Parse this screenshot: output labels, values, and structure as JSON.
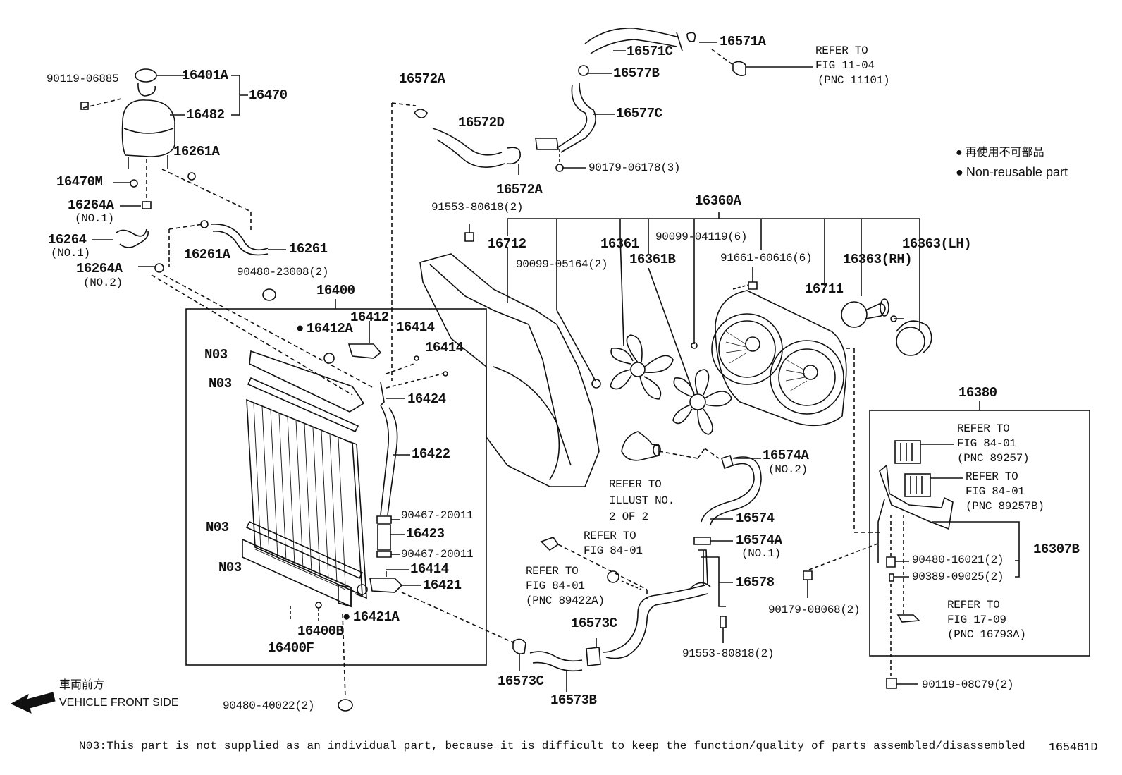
{
  "legend": {
    "jp": "再使用不可部品",
    "en": "Non-reusable part"
  },
  "front": {
    "jp": "車両前方",
    "en": "VEHICLE FRONT SIDE"
  },
  "footnote": "N03:This part is not supplied as an individual part, because it is difficult to keep the function/quality of parts assembled/disassembled",
  "figure_id": "165461D",
  "parts": {
    "p16401A": "16401A",
    "p16470": "16470",
    "p16482": "16482",
    "p90119_06885": "90119-06885",
    "p16261A_1": "16261A",
    "p16470M": "16470M",
    "p16264A_1": "16264A",
    "no1_a": "(NO.1)",
    "p16264": "16264",
    "no1_b": "(NO.1)",
    "p16264A_2": "16264A",
    "no2_a": "(NO.2)",
    "p16261A_2": "16261A",
    "p16261": "16261",
    "p90480_23008": "90480-23008(2)",
    "p16400": "16400",
    "p16572A_1": "16572A",
    "p16572D": "16572D",
    "p16572A_2": "16572A",
    "p16571C": "16571C",
    "p16571A": "16571A",
    "p16577B": "16577B",
    "p16577C": "16577C",
    "p90179_06178": "90179-06178(3)",
    "p91553_80618": "91553-80618(2)",
    "p16360A": "16360A",
    "p16712": "16712",
    "p16361": "16361",
    "p90099_04119": "90099-04119(6)",
    "p16363LH": "16363(LH)",
    "p90099_05164": "90099-05164(2)",
    "p16361B": "16361B",
    "p91661_60616": "91661-60616(6)",
    "p16363RH": "16363(RH)",
    "p16711": "16711",
    "p16412A": "16412A",
    "p16412": "16412",
    "p16414_1": "16414",
    "p16414_2": "16414",
    "n03_1": "N03",
    "n03_2": "N03",
    "n03_3": "N03",
    "n03_4": "N03",
    "p16424": "16424",
    "p16422": "16422",
    "p90467_20011_1": "90467-20011",
    "p16423": "16423",
    "p90467_20011_2": "90467-20011",
    "p16414_3": "16414",
    "p16421": "16421",
    "p16421A": "16421A",
    "p16400B": "16400B",
    "p16400F": "16400F",
    "p90480_40022": "90480-40022(2)",
    "p16574A_1": "16574A",
    "no2_b": "(NO.2)",
    "p16574": "16574",
    "p16574A_2": "16574A",
    "no1_c": "(NO.1)",
    "p16578": "16578",
    "p16573C_1": "16573C",
    "p16573C_2": "16573C",
    "p16573B": "16573B",
    "p91553_80818": "91553-80818(2)",
    "p16380": "16380",
    "p16307B": "16307B",
    "p90480_16021": "90480-16021(2)",
    "p90389_09025": "90389-09025(2)",
    "p90179_08068": "90179-08068(2)",
    "p90119_08C79": "90119-08C79(2)"
  },
  "refs": {
    "r1_1": "REFER TO",
    "r1_2": "FIG 11-04",
    "r1_3": "(PNC 11101)",
    "r2_1": "REFER TO",
    "r2_2": "ILLUST NO.",
    "r2_3": "2 OF 2",
    "r3_1": "REFER TO",
    "r3_2": "FIG 84-01",
    "r4_1": "REFER TO",
    "r4_2": "FIG 84-01",
    "r4_3": "(PNC 89422A)",
    "r5_1": "REFER TO",
    "r5_2": "FIG 84-01",
    "r5_3": "(PNC 89257)",
    "r6_1": "REFER TO",
    "r6_2": "FIG 84-01",
    "r6_3": "(PNC 89257B)",
    "r7_1": "REFER TO",
    "r7_2": "FIG 17-09",
    "r7_3": "(PNC 16793A)"
  }
}
